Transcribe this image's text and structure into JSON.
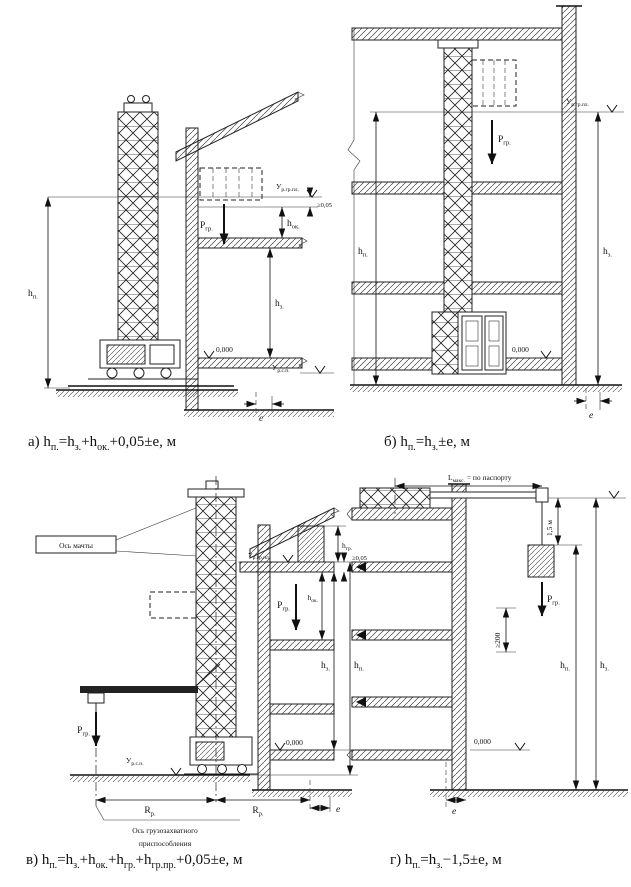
{
  "page": {
    "background": "#ffffff",
    "ink": "#111111"
  },
  "labels": {
    "h_p": {
      "base": "h",
      "sub": "п."
    },
    "h_z": {
      "base": "h",
      "sub": "з."
    },
    "h_ok": {
      "base": "h",
      "sub": "ок."
    },
    "h_gr": {
      "base": "h",
      "sub": "гр."
    },
    "p_gr": {
      "base": "P",
      "sub": "гр."
    },
    "u_rgrpl": {
      "base": "У",
      "sub": "р.гр.пл."
    },
    "u_rsp": {
      "base": "У",
      "sub": "р.с.п."
    },
    "r_r": {
      "base": "R",
      "sub": "р."
    },
    "l_max": {
      "base": "L",
      "sub": "макс."
    },
    "l_max_suffix": " = по паспорту",
    "zero_level": "0,000",
    "gap005": "≥0,05",
    "gap200": "≥200",
    "one_five_m": "1,5 м",
    "e": "e",
    "mast_axis": "Ось мачты",
    "load_axis_line1": "Ось грузозахватного",
    "load_axis_line2": "приспособления"
  },
  "captions": {
    "a": [
      {
        "t": "а) h"
      },
      {
        "t": "п.",
        "sub": true
      },
      {
        "t": "=h"
      },
      {
        "t": "з.",
        "sub": true
      },
      {
        "t": "+h"
      },
      {
        "t": "ок.",
        "sub": true
      },
      {
        "t": "+0,05±e, м"
      }
    ],
    "b": [
      {
        "t": "б) h"
      },
      {
        "t": "п.",
        "sub": true
      },
      {
        "t": "=h"
      },
      {
        "t": "з.",
        "sub": true
      },
      {
        "t": "±e, м"
      }
    ],
    "v": [
      {
        "t": "в) h"
      },
      {
        "t": "п.",
        "sub": true
      },
      {
        "t": "=h"
      },
      {
        "t": "з.",
        "sub": true
      },
      {
        "t": "+h"
      },
      {
        "t": "ок.",
        "sub": true
      },
      {
        "t": "+h"
      },
      {
        "t": "гр.",
        "sub": true
      },
      {
        "t": "+h"
      },
      {
        "t": "гр.пр.",
        "sub": true
      },
      {
        "t": "+0,05±e, м"
      }
    ],
    "g": [
      {
        "t": "г) h"
      },
      {
        "t": "п.",
        "sub": true
      },
      {
        "t": "=h"
      },
      {
        "t": "з.",
        "sub": true
      },
      {
        "t": "−1,5±e, м"
      }
    ]
  }
}
